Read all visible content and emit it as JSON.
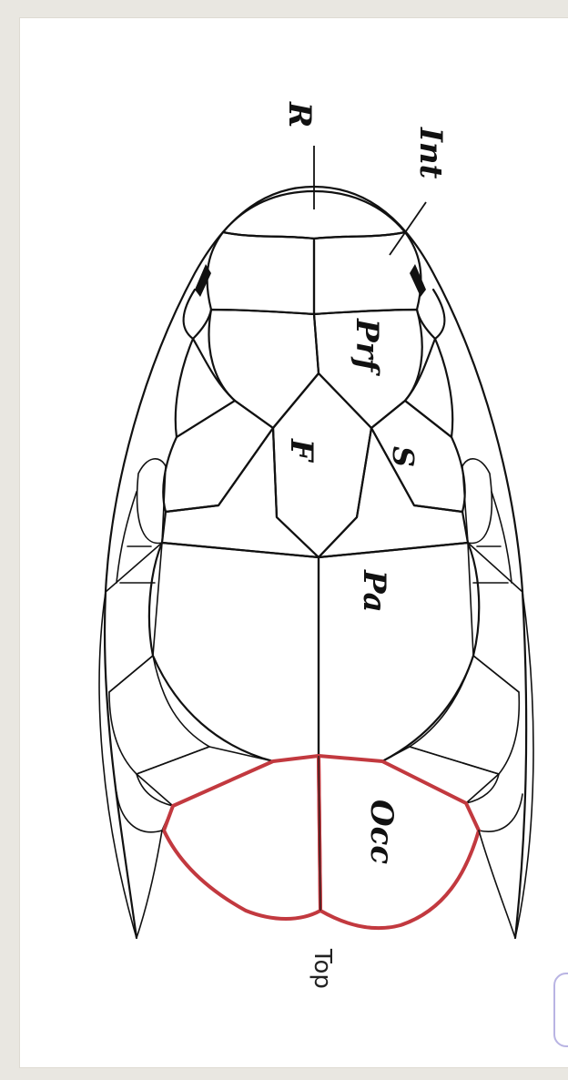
{
  "labels": {
    "rostral": "R",
    "internasal": "Int",
    "prefrontal": "Prf",
    "frontal": "F",
    "supraocular": "S",
    "parietal": "Pa",
    "occipital": "Occ"
  },
  "caption": "Top",
  "colors": {
    "background": "#e9e7e1",
    "panel": "#ffffff",
    "line": "#111111",
    "highlight": "#c2393f"
  }
}
